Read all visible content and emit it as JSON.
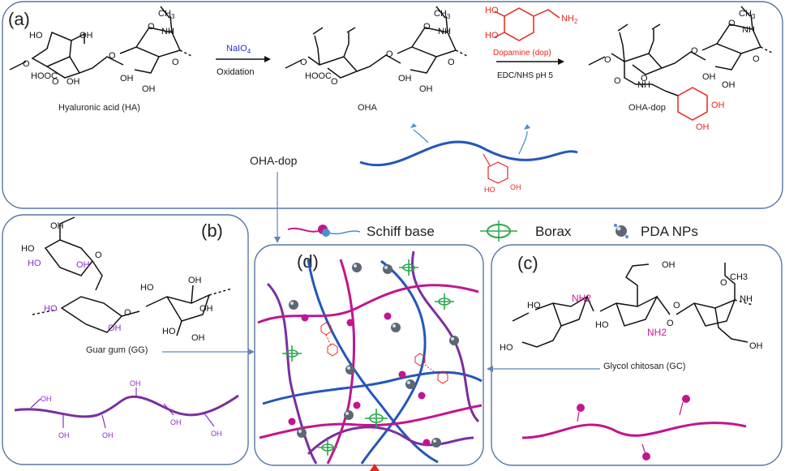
{
  "panel_a": {
    "tag": "(a)",
    "ha_label": "Hyaluronic acid (HA)",
    "oha_label": "OHA",
    "oha_dop_label": "OHA-dop",
    "reagent1": "NaIO",
    "reagent1_sub": "4",
    "reagent1_cond": "Oxidation",
    "reagent2": "Dopamine (dop)",
    "reagent2_cond": "EDC/NHS pH 5",
    "chem": {
      "oh": "OH",
      "ho": "HO",
      "hooc": "HOOC",
      "nh": "NH",
      "nh2": "NH",
      "nh2_sub": "2",
      "ch3": "CH",
      "ch3_sub": "3",
      "o": "O",
      "ho_cat": "HO",
      "oh_cat": "OH"
    },
    "chain_label": "OHA-dop"
  },
  "legend": {
    "schiff": "Schiff base",
    "borax": "Borax",
    "pda": "PDA NPs"
  },
  "panel_b": {
    "tag": "(b)",
    "gg_label": "Guar gum (GG)",
    "oh": "OH",
    "ho": "HO"
  },
  "panel_c": {
    "tag": "(c)",
    "gc_label": "Glycol chitosan (GC)",
    "nh2": "NH2",
    "ch3": "CH3",
    "oh": "OH",
    "ho": "HO",
    "nh": "NH",
    "o": "O"
  },
  "panel_d": {
    "tag": "(d)"
  },
  "colors": {
    "panel_border": "#5677a6",
    "oha_chain": "#2457b8",
    "gg_chain": "#7b2fa0",
    "gc_chain": "#c0168f",
    "borax": "#29a84a",
    "catechol": "#e8261f",
    "arrow": "#5f86b8",
    "pda": "#5d6673"
  }
}
